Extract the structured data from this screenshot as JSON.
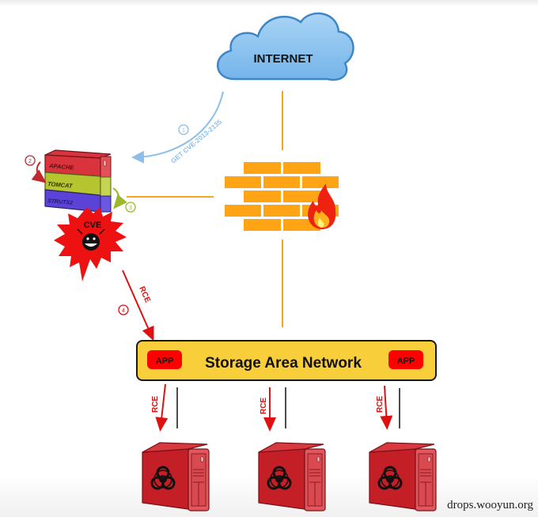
{
  "cloud": {
    "label": "INTERNET",
    "fill": "#8cc3ef",
    "stroke": "#3f86c9"
  },
  "request": {
    "step": "1",
    "label": "GET  CVE-2013-2135",
    "color": "#8dbfe8"
  },
  "web_server": {
    "layers": [
      {
        "label": "APACHE",
        "color": "#d9343d"
      },
      {
        "label": "TOMCAT",
        "color": "#b4c530"
      },
      {
        "label": "STRUTS2",
        "color": "#5a43d6"
      }
    ],
    "step_2": "2",
    "step_3": "3"
  },
  "exploit": {
    "label": "CVE",
    "color": "#ee1111"
  },
  "rce_attack": {
    "step": "4",
    "label": "RCE"
  },
  "firewall": {
    "color": "#ffa515"
  },
  "san": {
    "label": "Storage Area Network",
    "app_left": "APP",
    "app_right": "APP",
    "fill": "#f8cf3a"
  },
  "targets": [
    {
      "rce_label": "RCE"
    },
    {
      "rce_label": "RCE"
    },
    {
      "rce_label": "RCE"
    }
  ],
  "colors": {
    "link_orange": "#f5a623",
    "attack_red": "#e01010",
    "server_red": "#c8232c"
  },
  "watermark": "drops.wooyun.org"
}
